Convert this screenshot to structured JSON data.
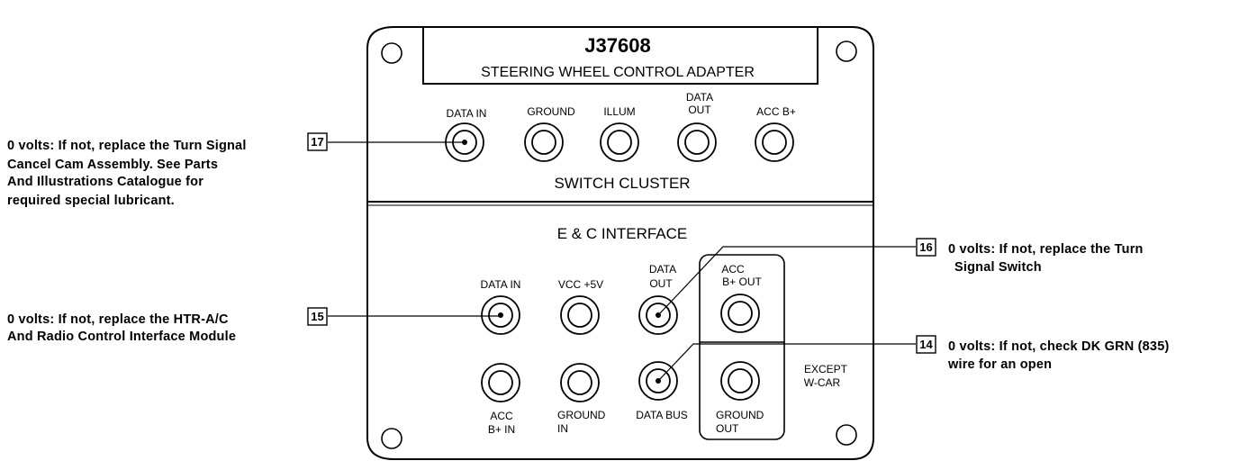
{
  "panel": {
    "model": "J37608",
    "title": "STEERING WHEEL CONTROL ADAPTER",
    "top_section": "SWITCH CLUSTER",
    "bottom_section": "E & C INTERFACE"
  },
  "switch_cluster_jacks": [
    "DATA IN",
    "GROUND",
    "ILLUM",
    "DATA",
    "OUT",
    "ACC B+"
  ],
  "interface_top_jacks": [
    "DATA IN",
    "VCC +5V",
    "DATA",
    "OUT",
    "ACC",
    "B+ OUT"
  ],
  "interface_bottom_jacks": [
    "ACC",
    "B+ IN",
    "GROUND",
    "IN",
    "DATA BUS",
    "GROUND",
    "OUT"
  ],
  "except_label": [
    "EXCEPT",
    "W-CAR"
  ],
  "callouts": {
    "c17": {
      "number": "17",
      "lines": [
        "0 volts: If not, replace the Turn Signal",
        "Cancel Cam Assembly. See Parts",
        "And Illustrations Catalogue for",
        "required special lubricant."
      ]
    },
    "c15": {
      "number": "15",
      "lines": [
        "0 volts: If not, replace the HTR-A/C",
        "And Radio Control Interface Module"
      ]
    },
    "c16": {
      "number": "16",
      "lines": [
        "0 volts: If not, replace the Turn",
        "Signal Switch"
      ]
    },
    "c14": {
      "number": "14",
      "lines": [
        "0 volts: If not, check DK GRN (835)",
        "wire for an open"
      ]
    }
  }
}
